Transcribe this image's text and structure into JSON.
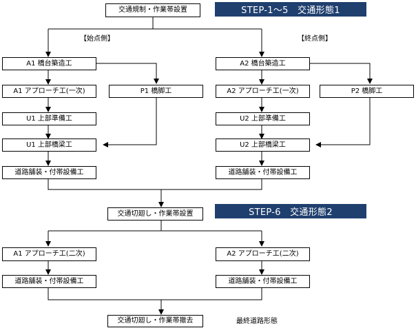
{
  "header_box": "交通規制・作業帯設置",
  "banner1": "STEP-1～5　交通形態1",
  "side_labels": {
    "start": "【始点側】",
    "end": "【終点側】"
  },
  "left": {
    "abutment": "A1 橋台築造工",
    "approach": "A1 アプローチ工(一次)",
    "pier": "P1 橋脚工",
    "prep": "U1 上部準備工",
    "beam": "U1 上部橋梁工",
    "paving": "道路舗装・付帯設備工"
  },
  "right": {
    "abutment": "A2 橋台築造工",
    "approach": "A2 アプローチ工(一次)",
    "pier": "P2 橋脚工",
    "prep": "U2 上部準備工",
    "beam": "U2 上部橋梁工",
    "paving": "道路舗装・付帯設備工"
  },
  "switch_box": "交通切廻し・作業帯設置",
  "banner2": "STEP-6　交通形態2",
  "left2": {
    "approach": "A1 アプローチ工(二次)",
    "paving": "道路舗装・付帯設備工"
  },
  "right2": {
    "approach": "A2 アプローチ工(二次)",
    "paving": "道路舗装・付帯設備工"
  },
  "final_box": "交通切廻し・作業帯撤去",
  "final_label": "最終道路形態"
}
